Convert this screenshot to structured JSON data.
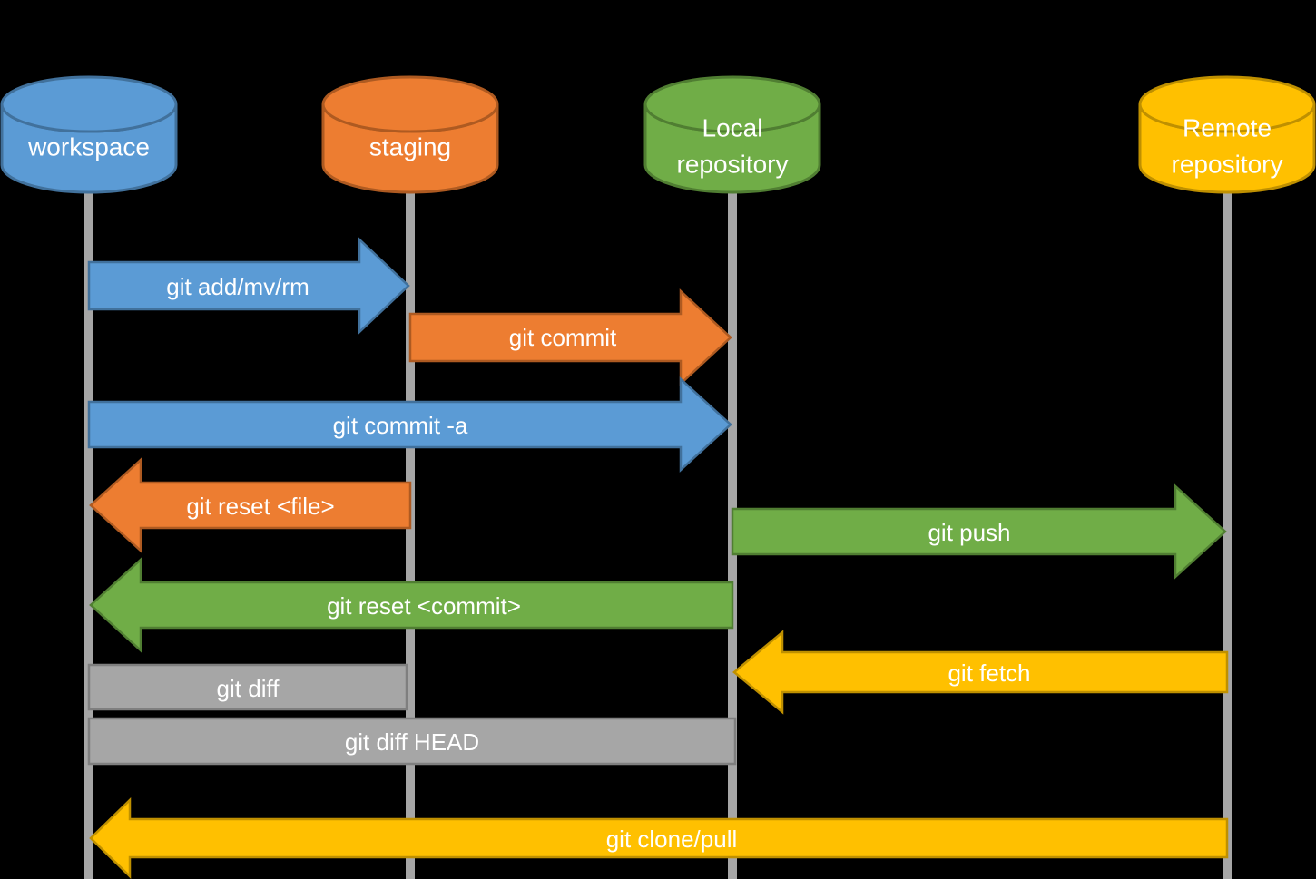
{
  "colors": {
    "background": "#000000",
    "text": "#FFFFFF",
    "lifeline": "#A6A6A6",
    "blue": "#5B9BD5",
    "blue_border": "#41719C",
    "orange": "#ED7D31",
    "orange_border": "#AE5A21",
    "green": "#70AD47",
    "green_border": "#507E32",
    "yellow": "#FFC000",
    "yellow_border": "#BF9000",
    "gray": "#A6A6A6",
    "gray_border": "#7F7F7F"
  },
  "nodes": [
    {
      "id": "workspace",
      "lines": [
        "workspace"
      ]
    },
    {
      "id": "staging",
      "lines": [
        "staging"
      ]
    },
    {
      "id": "local-repository",
      "lines": [
        "Local",
        "repository"
      ]
    },
    {
      "id": "remote-repository",
      "lines": [
        "Remote",
        "repository"
      ]
    }
  ],
  "commands": [
    {
      "id": "git-add-mv-rm",
      "label": "git add/mv/rm",
      "from": "workspace",
      "to": "staging"
    },
    {
      "id": "git-commit",
      "label": "git commit",
      "from": "staging",
      "to": "local-repository"
    },
    {
      "id": "git-commit-a",
      "label": "git commit -a",
      "from": "workspace",
      "to": "local-repository"
    },
    {
      "id": "git-reset-file",
      "label": "git reset <file>",
      "from": "staging",
      "to": "workspace"
    },
    {
      "id": "git-push",
      "label": "git push",
      "from": "local-repository",
      "to": "remote-repository"
    },
    {
      "id": "git-reset-commit",
      "label": "git reset <commit>",
      "from": "local-repository",
      "to": "workspace"
    },
    {
      "id": "git-fetch",
      "label": "git fetch",
      "from": "remote-repository",
      "to": "local-repository"
    },
    {
      "id": "git-diff",
      "label": "git diff",
      "from": "workspace",
      "to": "staging"
    },
    {
      "id": "git-diff-head",
      "label": "git diff HEAD",
      "from": "workspace",
      "to": "local-repository"
    },
    {
      "id": "git-clone-pull",
      "label": "git clone/pull",
      "from": "remote-repository",
      "to": "workspace"
    }
  ]
}
